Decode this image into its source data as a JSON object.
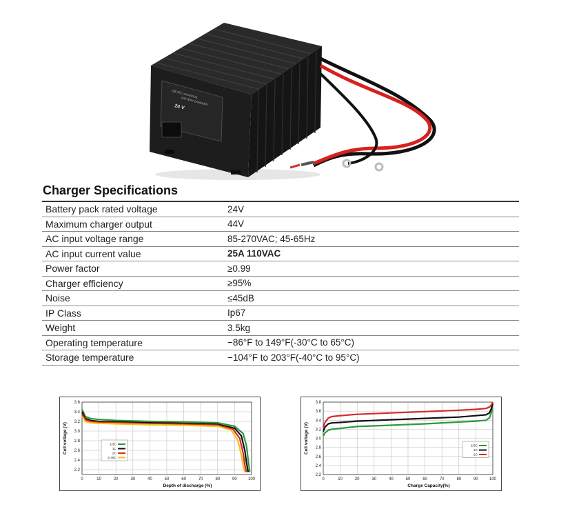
{
  "product": {
    "panel_voltage": "24 V",
    "panel_line1": "UNIVERSAL",
    "panel_line2": "BATTERY CHARGER",
    "cert_marks": "CE FC"
  },
  "specs": {
    "title": "Charger Specifications",
    "rows": [
      {
        "label": "Battery pack rated voltage",
        "value": "24V",
        "bold": false
      },
      {
        "label": "Maximum charger output",
        "value": "44V",
        "bold": false
      },
      {
        "label": "AC input voltage range",
        "value": "85-270VAC; 45-65Hz",
        "bold": false
      },
      {
        "label": "AC input current value",
        "value": "25A  110VAC",
        "bold": true
      },
      {
        "label": "Power factor",
        "value": "≥0.99",
        "bold": false
      },
      {
        "label": "Charger efficiency",
        "value": "≥95%",
        "bold": false
      },
      {
        "label": "Noise",
        "value": "≤45dB",
        "bold": false
      },
      {
        "label": "IP Class",
        "value": "Ip67",
        "bold": false
      },
      {
        "label": "Weight",
        "value": "3.5kg",
        "bold": false
      },
      {
        "label": "Operating temperature",
        "value": "−86°F to 149°F(-30°C to 65°C)",
        "bold": false
      },
      {
        "label": "Storage temperature",
        "value": "−104°F to 203°F(-40°C to 95°C)",
        "bold": false
      }
    ]
  },
  "chart_data": [
    {
      "type": "line",
      "xlabel": "Depth of discharge (%)",
      "ylabel": "Cell voltage (V)",
      "xlim": [
        0,
        100
      ],
      "ylim": [
        2.1,
        3.6
      ],
      "xticks": [
        "0",
        "10",
        "20",
        "30",
        "40",
        "50",
        "60",
        "70",
        "80",
        "90",
        "100"
      ],
      "yticks": [
        "2.2",
        "2.4",
        "2.6",
        "2.8",
        "3.0",
        "3.2",
        "3.4",
        "3.6"
      ],
      "grid": true,
      "legend_position": "center-left",
      "series": [
        {
          "name": "1/3C",
          "color": "#2a9a3a",
          "x": [
            0,
            2,
            5,
            10,
            20,
            40,
            60,
            80,
            90,
            95,
            97,
            98,
            99
          ],
          "y": [
            3.45,
            3.3,
            3.26,
            3.24,
            3.22,
            3.2,
            3.19,
            3.17,
            3.1,
            2.95,
            2.7,
            2.4,
            2.15
          ]
        },
        {
          "name": "1C",
          "color": "#111111",
          "x": [
            0,
            2,
            5,
            10,
            20,
            40,
            60,
            80,
            90,
            94,
            96,
            97,
            98
          ],
          "y": [
            3.4,
            3.26,
            3.22,
            3.2,
            3.19,
            3.17,
            3.16,
            3.14,
            3.06,
            2.9,
            2.6,
            2.35,
            2.15
          ]
        },
        {
          "name": "2C",
          "color": "#d8262a",
          "x": [
            0,
            2,
            5,
            10,
            20,
            40,
            60,
            80,
            89,
            93,
            95,
            96,
            97
          ],
          "y": [
            3.35,
            3.23,
            3.2,
            3.18,
            3.17,
            3.15,
            3.14,
            3.12,
            3.04,
            2.85,
            2.55,
            2.3,
            2.15
          ]
        },
        {
          "name": "2.46C",
          "color": "#f2c21a",
          "x": [
            0,
            2,
            5,
            10,
            20,
            40,
            60,
            80,
            88,
            92,
            94,
            95,
            96
          ],
          "y": [
            3.3,
            3.2,
            3.17,
            3.16,
            3.15,
            3.13,
            3.12,
            3.1,
            3.02,
            2.8,
            2.5,
            2.3,
            2.15
          ]
        }
      ]
    },
    {
      "type": "line",
      "xlabel": "Charge Capacity(%)",
      "ylabel": "Cell voltage (V)",
      "xlim": [
        0,
        100
      ],
      "ylim": [
        2.2,
        3.8
      ],
      "xticks": [
        "0",
        "10",
        "20",
        "30",
        "40",
        "50",
        "60",
        "70",
        "80",
        "90",
        "100"
      ],
      "yticks": [
        "2.2",
        "2.4",
        "2.6",
        "2.8",
        "3.0",
        "3.2",
        "3.4",
        "3.6",
        "3.8"
      ],
      "grid": true,
      "legend_position": "center-right",
      "series": [
        {
          "name": "1/3C",
          "color": "#2a9a3a",
          "x": [
            0,
            1,
            3,
            5,
            10,
            20,
            40,
            60,
            80,
            90,
            96,
            98,
            99,
            100
          ],
          "y": [
            3.05,
            3.12,
            3.18,
            3.2,
            3.22,
            3.26,
            3.29,
            3.32,
            3.36,
            3.38,
            3.4,
            3.45,
            3.55,
            3.75
          ]
        },
        {
          "name": "1C",
          "color": "#111111",
          "x": [
            0,
            1,
            3,
            5,
            10,
            20,
            40,
            60,
            80,
            90,
            96,
            98,
            99,
            100
          ],
          "y": [
            3.15,
            3.25,
            3.32,
            3.34,
            3.35,
            3.38,
            3.41,
            3.44,
            3.47,
            3.5,
            3.52,
            3.56,
            3.64,
            3.77
          ]
        },
        {
          "name": "2C",
          "color": "#d8262a",
          "x": [
            0,
            1,
            3,
            5,
            10,
            20,
            40,
            60,
            80,
            90,
            96,
            98,
            99,
            100
          ],
          "y": [
            3.25,
            3.35,
            3.45,
            3.48,
            3.5,
            3.53,
            3.56,
            3.59,
            3.62,
            3.64,
            3.66,
            3.69,
            3.73,
            3.8
          ]
        }
      ]
    }
  ]
}
